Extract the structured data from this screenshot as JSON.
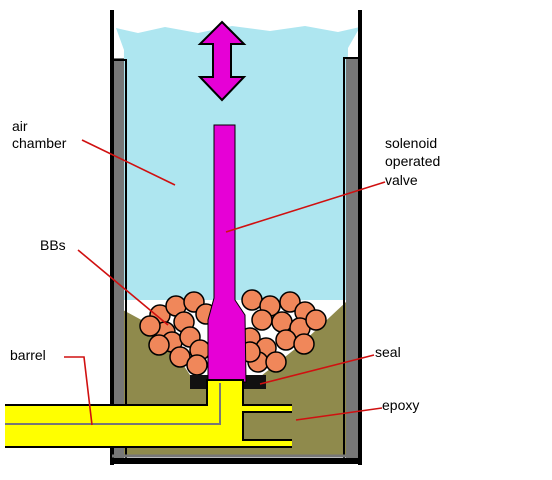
{
  "labels": {
    "air_chamber": [
      "air",
      "chamber"
    ],
    "solenoid": [
      "solenoid",
      "operated",
      "valve"
    ],
    "bbs": "BBs",
    "barrel": "barrel",
    "seal": "seal",
    "epoxy": "epoxy"
  },
  "colors": {
    "air": "#aee6f0",
    "wall": "#777777",
    "epoxy": "#8f8a4c",
    "bb_fill": "#f0875a",
    "valve": "#e600d6",
    "barrel": "#ffff00",
    "seal": "#111111",
    "leader": "#d01010"
  }
}
